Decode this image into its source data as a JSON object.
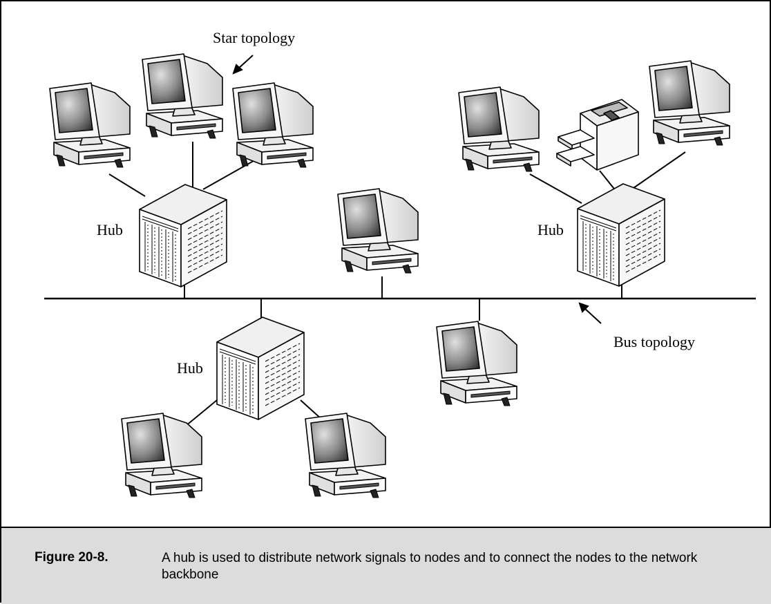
{
  "labels": {
    "star_topology": "Star topology",
    "bus_topology": "Bus topology",
    "hub_left": "Hub",
    "hub_right": "Hub",
    "hub_bottom": "Hub"
  },
  "caption": {
    "label": "Figure 20-8.",
    "text": "A hub is used to distribute network signals to nodes and to connect the nodes to the network backbone"
  },
  "icons": [
    "computer-icon",
    "hub-icon",
    "printer-icon",
    "arrow-icon"
  ],
  "colors": {
    "caption_background": "#dcdcdc",
    "line": "#000000",
    "screen_dark": "#3a3a3a",
    "screen_light": "#d8d8d8"
  }
}
